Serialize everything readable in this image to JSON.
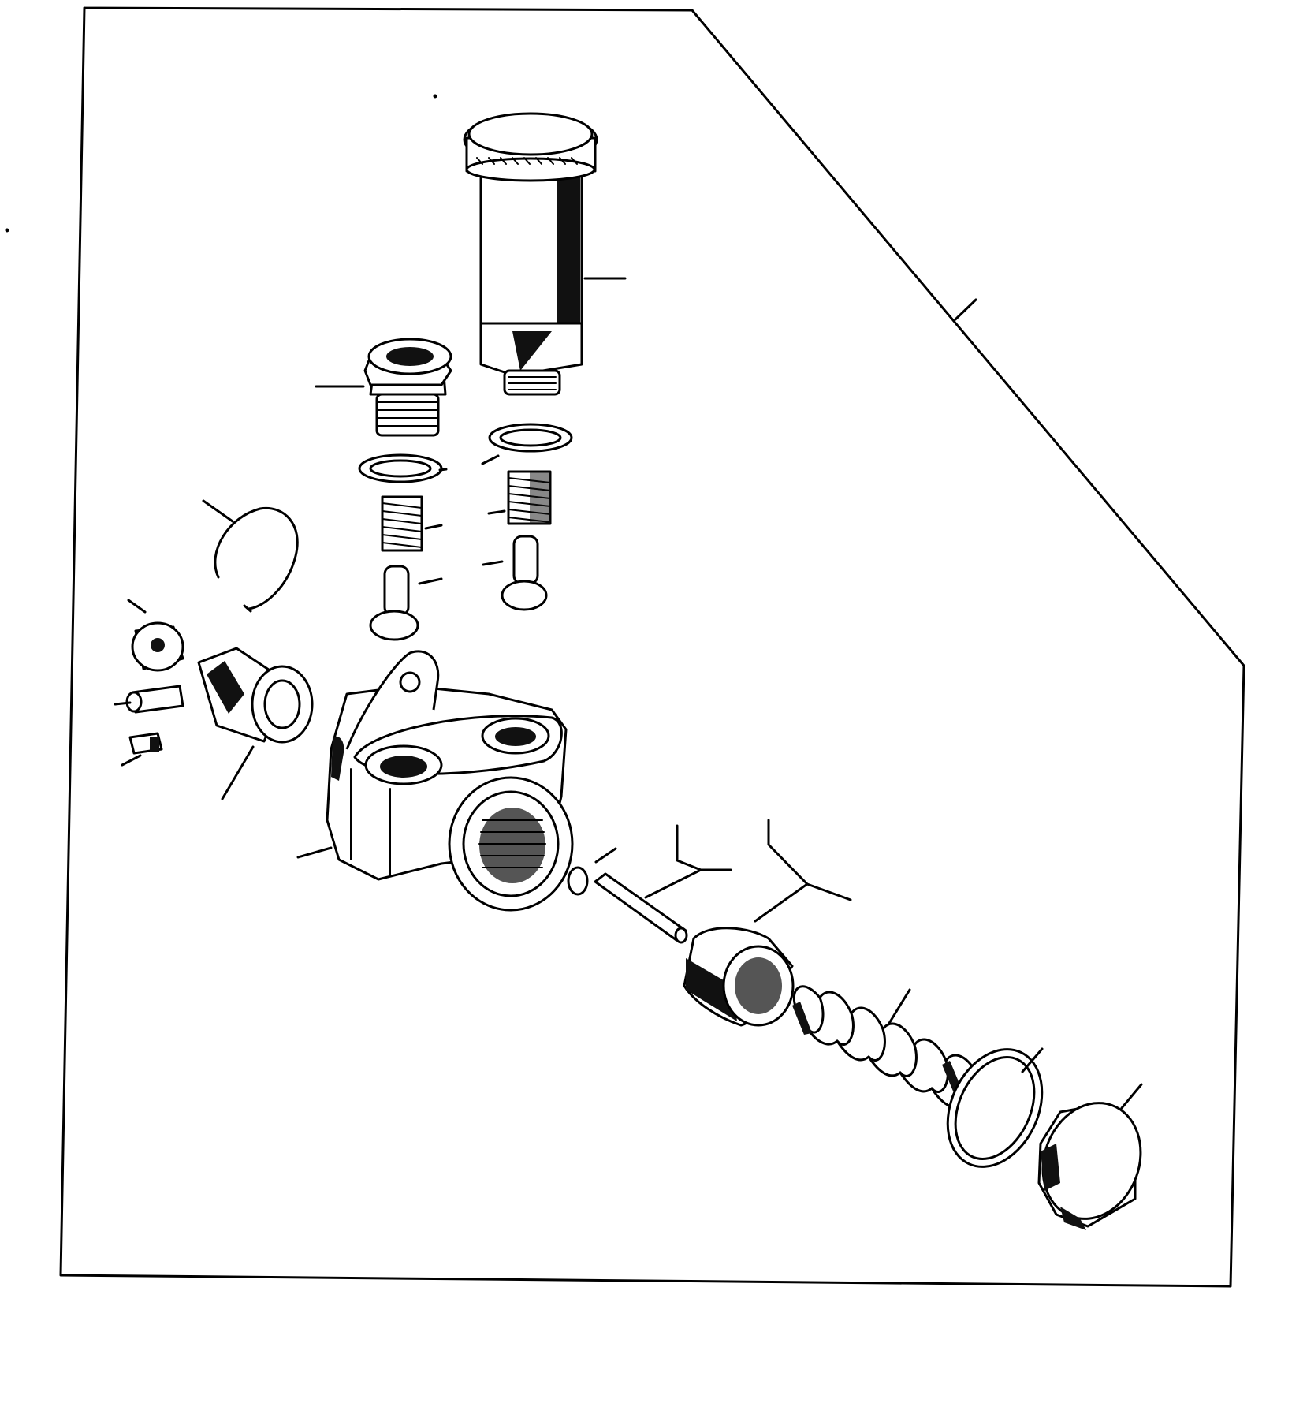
{
  "diagram": {
    "type": "exploded-parts-view",
    "colors": {
      "ink": "#000000",
      "paper": "#ffffff"
    },
    "parts": [
      "hand-primer-pump",
      "banjo-fitting",
      "sealing-washer-left",
      "sealing-washer-right",
      "valve-spring-left",
      "valve-spring-right",
      "valve-left",
      "valve-right",
      "snap-ring",
      "roller",
      "roller-pin",
      "roller-guide",
      "plunger-stub",
      "pump-housing",
      "o-ring",
      "push-rod",
      "piston",
      "piston-spring",
      "plug-gasket",
      "screw-plug"
    ]
  }
}
